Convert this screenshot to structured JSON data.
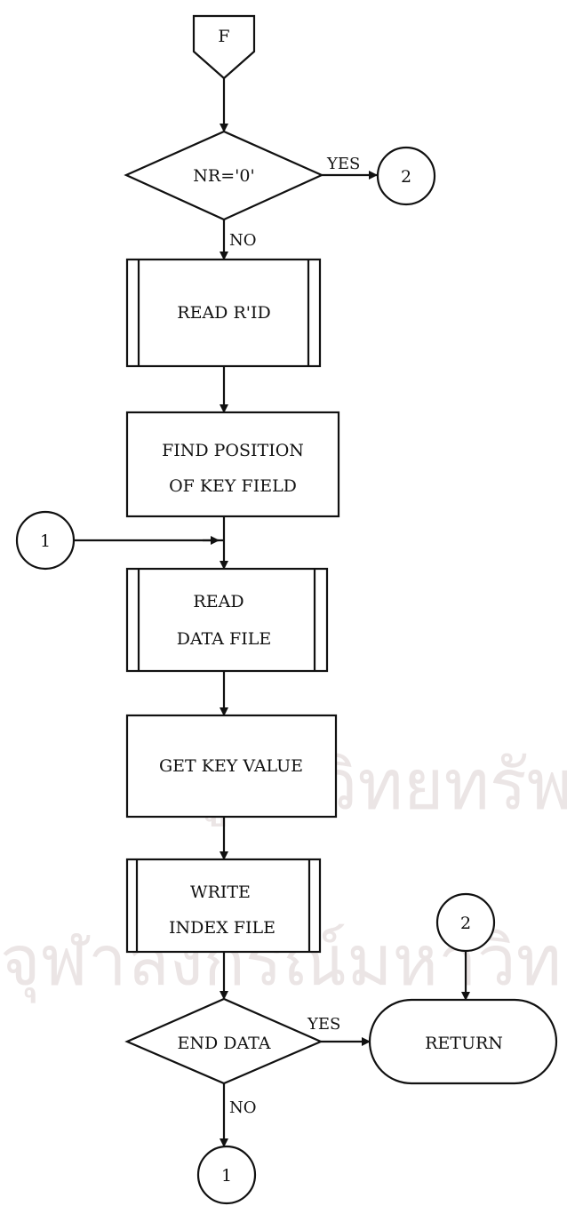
{
  "nodes": {
    "start": "F",
    "dec1": "NR='0'",
    "dec1_yes": "YES",
    "dec1_no": "NO",
    "conn_top2": "2",
    "read_rid": "READ R'ID",
    "find_pos_line1": "FIND POSITION",
    "find_pos_line2": "OF KEY FIELD",
    "conn_left1": "1",
    "read_data_line1": "READ",
    "read_data_line2": "DATA FILE",
    "get_key": "GET KEY VALUE",
    "write_index_line1": "WRITE",
    "write_index_line2": "INDEX FILE",
    "conn_right2": "2",
    "dec2": "END DATA",
    "dec2_yes": "YES",
    "dec2_no": "NO",
    "return": "RETURN",
    "conn_bottom1": "1"
  },
  "watermark": {
    "line1": "ศูนย์วิทยทรัพยากร",
    "line2": "จุฬาลงกรณ์มหาวิทยาลัย"
  },
  "colors": {
    "ink": "#111111",
    "watermark": "#e8e1e1"
  }
}
